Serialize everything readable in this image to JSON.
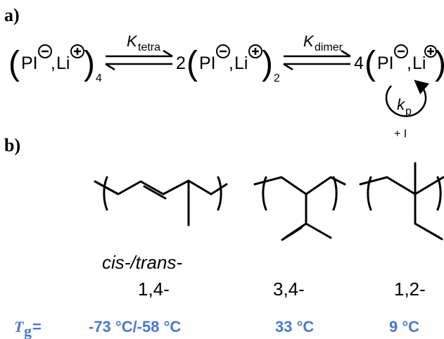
{
  "panel_a": {
    "label": "a)",
    "species": {
      "open": "(",
      "close": ")",
      "pi": "PI",
      "comma": ",",
      "li": "Li",
      "minus": "−",
      "plus": "+"
    },
    "tetramer_sub": "4",
    "dimer_coef": "2",
    "dimer_sub": "2",
    "monomer_coef": "4",
    "k_tetra": {
      "main": "K",
      "sub": "tetra"
    },
    "k_dimer": {
      "main": "K",
      "sub": "dimer"
    },
    "k_p": {
      "main": "k",
      "sub": "p"
    },
    "add_monomer": "+ I"
  },
  "panel_b": {
    "label": "b)",
    "isomers": [
      {
        "name": "1,4-",
        "prefix": "cis-/trans-",
        "tg": "-73 °C/-58 °C"
      },
      {
        "name": "3,4-",
        "tg": "33 °C"
      },
      {
        "name": "1,2-",
        "tg": "9 °C"
      }
    ],
    "tg_label": {
      "main": "T",
      "sub": "g",
      "eq": "="
    }
  },
  "colors": {
    "tg": "#4a78d0",
    "ink": "#000000"
  }
}
